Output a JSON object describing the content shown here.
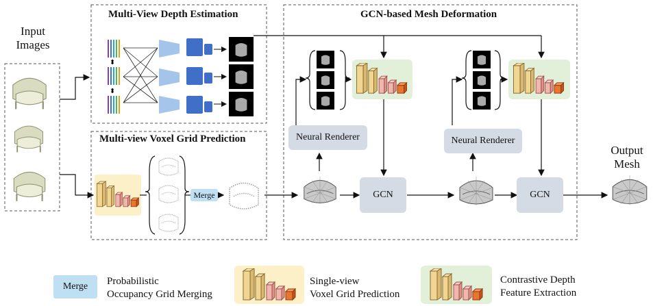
{
  "input": {
    "line1": "Input",
    "line2": "Images"
  },
  "output": {
    "line1": "Output",
    "line2": "Mesh"
  },
  "sections": {
    "depth": "Multi-View Depth Estimation",
    "voxel": "Multi-view Voxel Grid Prediction",
    "gcn_deform": "GCN-based Mesh Deformation"
  },
  "blocks": {
    "merge": "Merge",
    "renderer1": "Neural Renderer",
    "renderer2": "Neural Renderer",
    "gcn1": "GCN",
    "gcn2": "GCN"
  },
  "legend": {
    "merge_box": "Merge",
    "merge_line1": "Probabilistic",
    "merge_line2": "Occupancy Grid Merging",
    "single_line1": "Single-view",
    "single_line2": "Voxel Grid Prediction",
    "contrast_line1": "Contrastive Depth",
    "contrast_line2": "Feature Extraction"
  },
  "colors": {
    "single_view_bg": "#fbf0c8",
    "contrastive_bg": "#e3f0d9",
    "merge_bg": "#bfe0f3",
    "block_bg": "#d5dbe5"
  }
}
